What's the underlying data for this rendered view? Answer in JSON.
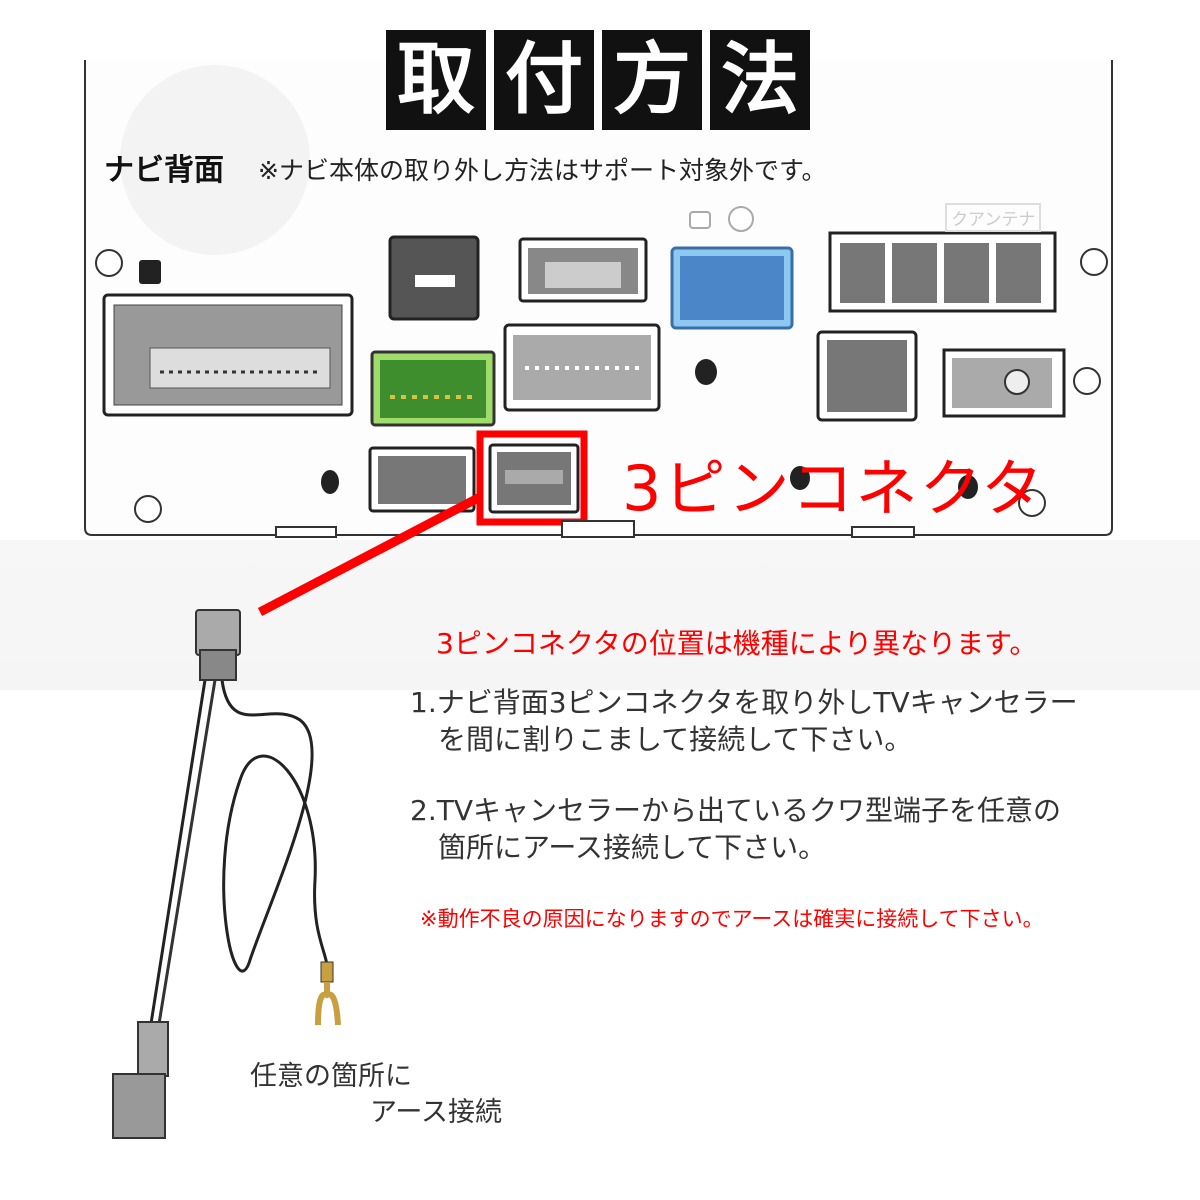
{
  "title": {
    "chars": [
      "取",
      "付",
      "方",
      "法"
    ]
  },
  "subtitle": "ナビ背面",
  "subnote": "※ナビ本体の取り外し方法はサポート対象外です。",
  "panel": {
    "antenna_label": "クアンテナ"
  },
  "pin_label": "3ピンコネクタ",
  "position_note": "3ピンコネクタの位置は機種により異なります。",
  "steps": [
    {
      "line1": "1.ナビ背面3ピンコネクタを取り外しTVキャンセラー",
      "line2": "を間に割りこまして接続して下さい。"
    },
    {
      "line1": "2.TVキャンセラーから出ているクワ型端子を任意の",
      "line2": "箇所にアース接続して下さい。"
    }
  ],
  "warning": "※動作不良の原因になりますのでアースは確実に接続して下さい。",
  "caption": {
    "line1": "任意の箇所に",
    "line2": "アース接続"
  },
  "colors": {
    "accent": "#ff0000",
    "green_connector": "#6cbf3a",
    "blue_connector": "#4a86c8"
  }
}
